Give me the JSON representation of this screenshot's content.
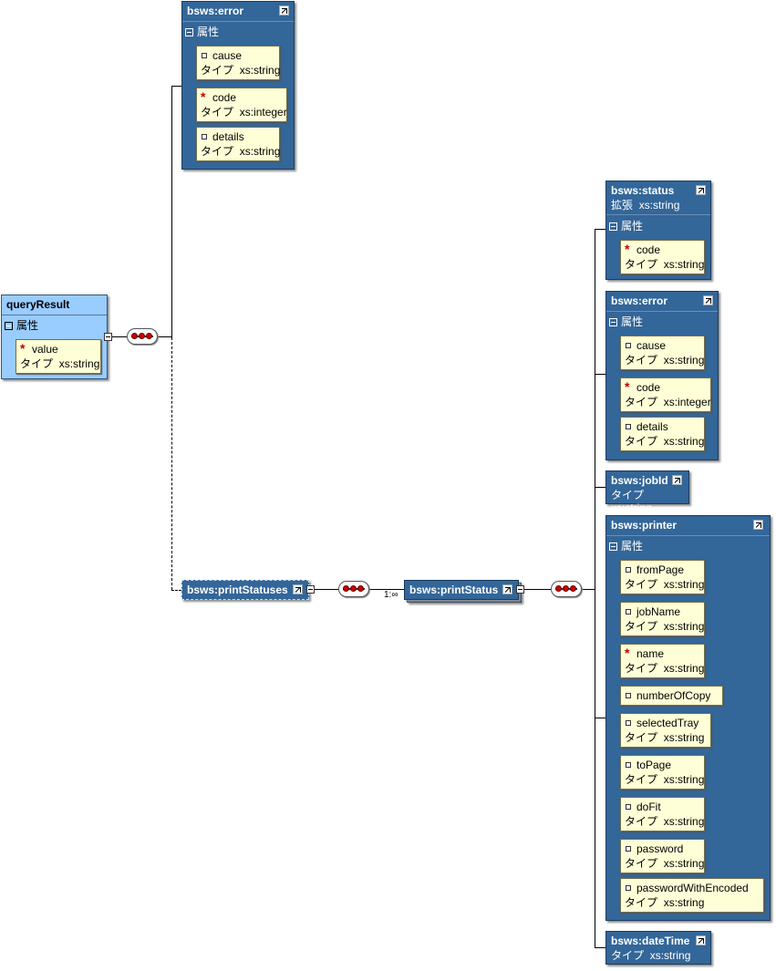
{
  "attributes_label": "属性",
  "type_prefix": "タイプ",
  "extension_prefix": "拡張",
  "root": {
    "name": "queryResult",
    "attr": {
      "name": "value",
      "type": "xs:string"
    }
  },
  "error_top": {
    "name": "bsws:error",
    "attrs": [
      {
        "name": "cause",
        "type": "xs:string"
      },
      {
        "name": "code",
        "type": "xs:integer"
      },
      {
        "name": "details",
        "type": "xs:string"
      }
    ]
  },
  "print_statuses": {
    "name": "bsws:printStatuses"
  },
  "print_status": {
    "name": "bsws:printStatus",
    "multiplicity": "1:∞"
  },
  "status": {
    "name": "bsws:status",
    "extension": "xs:string",
    "attr": {
      "name": "code",
      "type": "xs:string"
    }
  },
  "error_right": {
    "name": "bsws:error",
    "attrs": [
      {
        "name": "cause",
        "type": "xs:string"
      },
      {
        "name": "code",
        "type": "xs:integer"
      },
      {
        "name": "details",
        "type": "xs:string"
      }
    ]
  },
  "job_id": {
    "name": "bsws:jobId",
    "type": "xs:string"
  },
  "printer": {
    "name": "bsws:printer",
    "attrs": [
      {
        "name": "fromPage",
        "type": "xs:string"
      },
      {
        "name": "jobName",
        "type": "xs:string"
      },
      {
        "name": "name",
        "type": "xs:string"
      },
      {
        "name": "numberOfCopy",
        "type": ""
      },
      {
        "name": "selectedTray",
        "type": "xs:string"
      },
      {
        "name": "toPage",
        "type": "xs:string"
      },
      {
        "name": "doFit",
        "type": "xs:string"
      },
      {
        "name": "password",
        "type": "xs:string"
      },
      {
        "name": "passwordWithEncoded",
        "type": "xs:string"
      }
    ]
  },
  "date_time": {
    "name": "bsws:dateTime",
    "type": "xs:string"
  },
  "colors": {
    "element": "#336699",
    "root": "#99ccff",
    "attribute": "#ffffd7",
    "required": "#cc0000"
  }
}
